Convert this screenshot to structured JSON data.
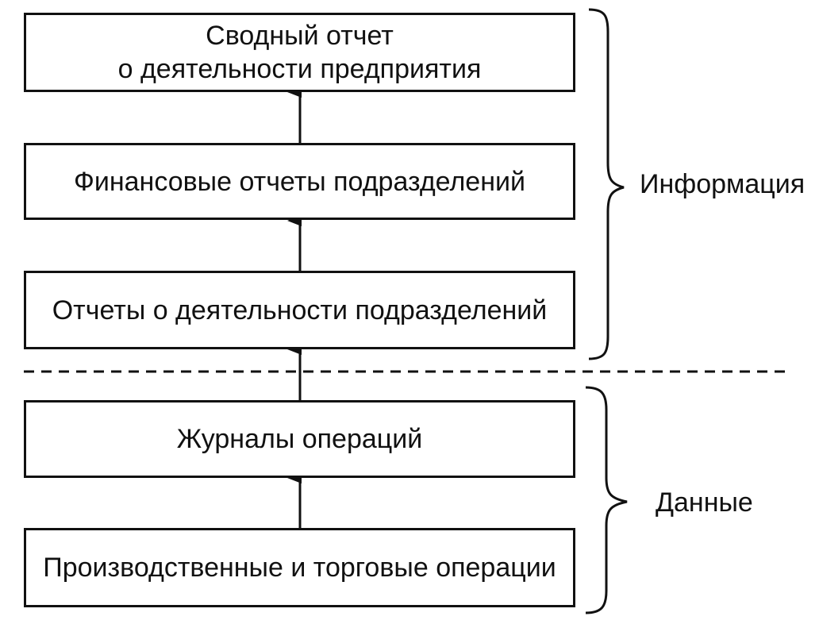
{
  "boxes": {
    "summary_report": {
      "line1": "Сводный отчет",
      "line2": "о деятельности предприятия"
    },
    "financial_reports": "Финансовые отчеты подразделений",
    "activity_reports": "Отчеты о деятельности подразделений",
    "operation_logs": "Журналы операций",
    "production_operations": "Производственные и торговые операции"
  },
  "groups": {
    "information": "Информация",
    "data": "Данные"
  }
}
